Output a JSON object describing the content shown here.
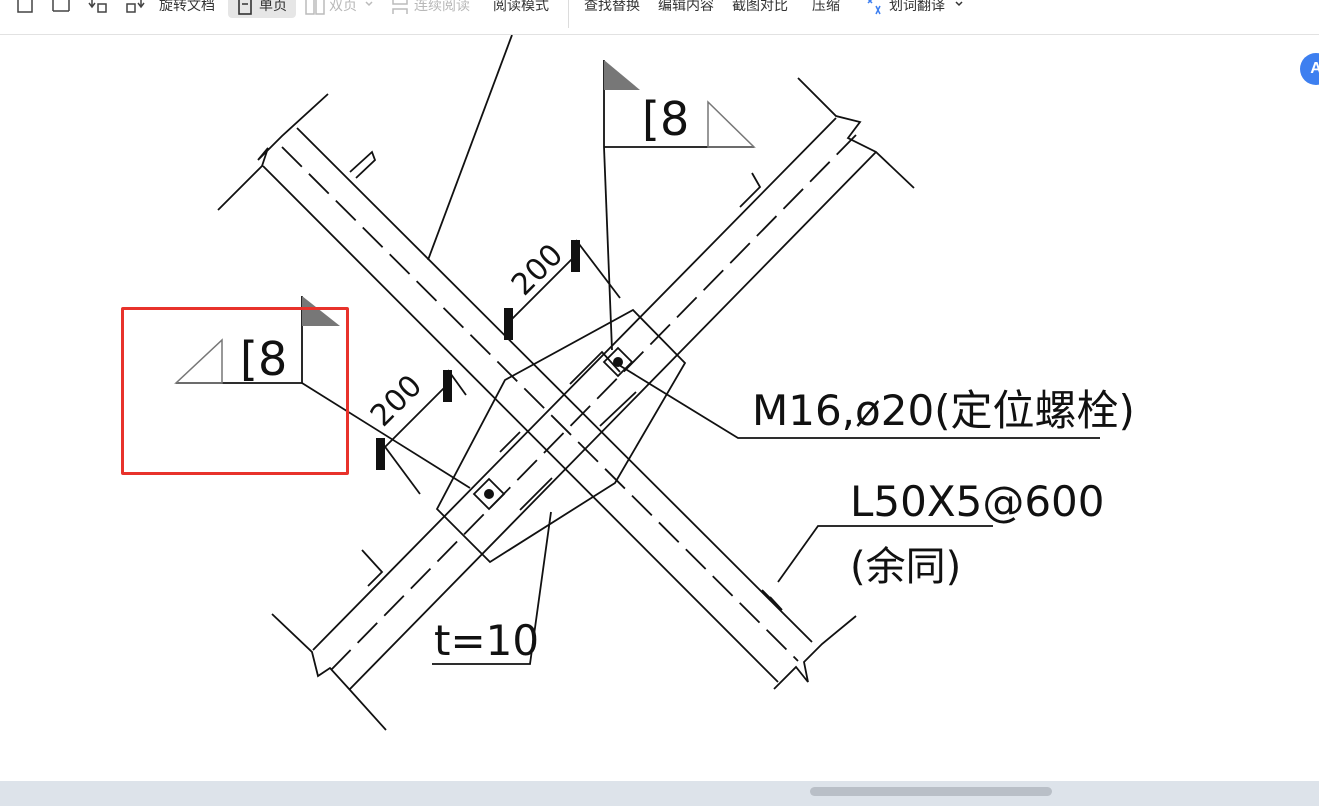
{
  "toolbar": {
    "items": [
      "旋转文档",
      "单页",
      "双页",
      "连续阅读",
      "阅读模式",
      "查找替换",
      "编辑内容",
      "截图对比",
      "压缩",
      "划词翻译"
    ],
    "active": "单页",
    "disabled": [
      "双页",
      "连续阅读"
    ]
  },
  "drawing": {
    "weld_top": "[8",
    "weld_left": "[8",
    "dim_upper": "200",
    "dim_lower": "200",
    "bolt_label": "M16,ø20(定位螺栓)",
    "angle_label": "L50X5@600",
    "angle_note": "(余同)",
    "plate_label": "t=10"
  },
  "colors": {
    "highlight": "#e8322b",
    "accent": "#3d7ff0"
  }
}
